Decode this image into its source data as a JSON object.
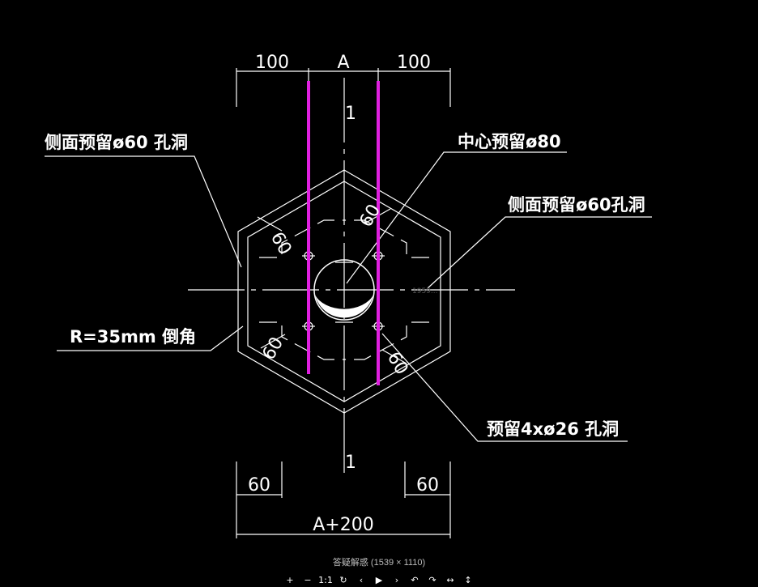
{
  "dimensions": {
    "top_left": "100",
    "top_center": "A",
    "top_right": "100",
    "bottom_left": "60",
    "bottom_right": "60",
    "bottom_total": "A+200",
    "section_mark_top": "1",
    "section_mark_bottom": "1",
    "slope_labels": [
      "60",
      "60",
      "60",
      "60"
    ],
    "faint_watermark": "1959..."
  },
  "callouts": {
    "side_hole_left": "侧面预留ø60 孔洞",
    "center_hole": "中心预留ø80",
    "side_hole_right": "侧面预留ø60孔洞",
    "chamfer": "R=35mm 倒角",
    "bolt_holes": "预留4xø26 孔洞"
  },
  "colors": {
    "background": "#000000",
    "lines": "#ffffff",
    "highlight": "#e020e0"
  },
  "viewer": {
    "caption": "答疑解惑 (1539 × 1110)",
    "toolbar": [
      {
        "name": "zoom-in-button",
        "glyph": "+"
      },
      {
        "name": "zoom-out-button",
        "glyph": "−"
      },
      {
        "name": "actual-size-button",
        "glyph": "1:1"
      },
      {
        "name": "refresh-button",
        "glyph": "↻"
      },
      {
        "name": "prev-button",
        "glyph": "‹"
      },
      {
        "name": "play-button",
        "glyph": "▶"
      },
      {
        "name": "next-button",
        "glyph": "›"
      },
      {
        "name": "rotate-left-button",
        "glyph": "↶"
      },
      {
        "name": "rotate-right-button",
        "glyph": "↷"
      },
      {
        "name": "flip-horizontal-button",
        "glyph": "↔"
      },
      {
        "name": "flip-vertical-button",
        "glyph": "↕"
      }
    ]
  }
}
